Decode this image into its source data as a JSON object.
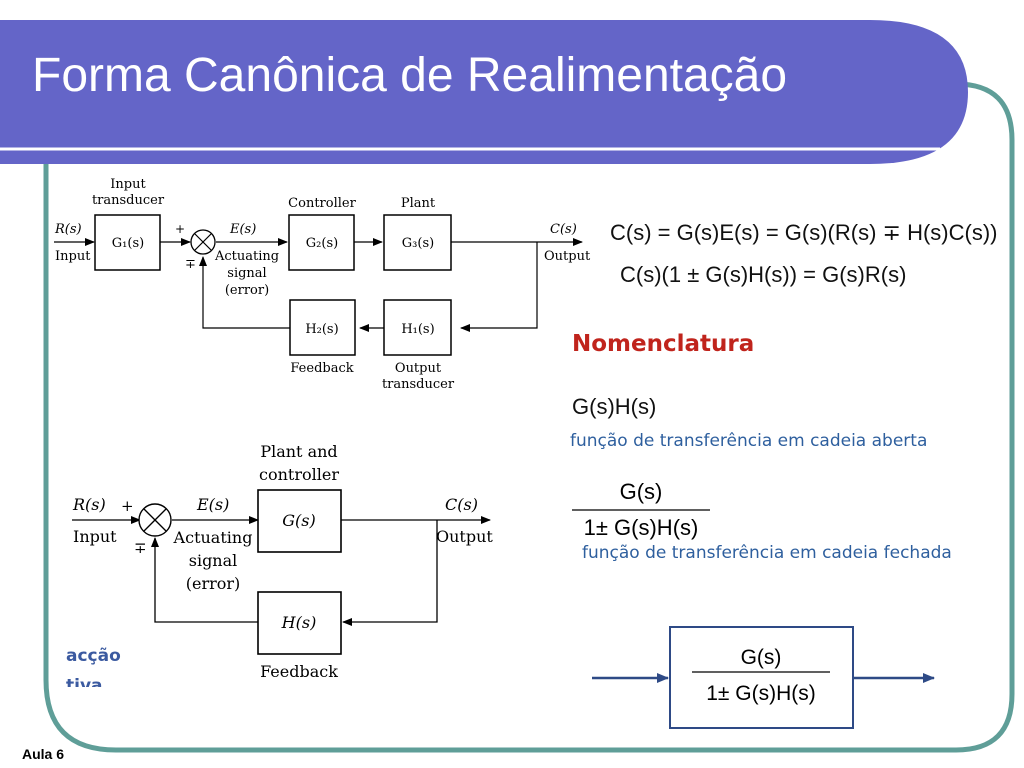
{
  "slide": {
    "title": "Forma Canônica de Realimentação",
    "footer": "Aula 6",
    "colors": {
      "title_bar": "#6465c8",
      "frame_border": "#5f9e98",
      "nomenclature": "#c0241c",
      "description": "#2e5f9e",
      "output_box_border": "#2e4a86"
    }
  },
  "diagram1": {
    "r_in": "R(s)",
    "input": "Input",
    "input_transducer_line1": "Input",
    "input_transducer_line2": "transducer",
    "g1": "G₁(s)",
    "plus": "+",
    "minus": "∓",
    "e": "E(s)",
    "actuating_line1": "Actuating",
    "actuating_line2": "signal",
    "actuating_line3": "(error)",
    "controller": "Controller",
    "g2": "G₂(s)",
    "plant": "Plant",
    "g3": "G₃(s)",
    "c_out": "C(s)",
    "output": "Output",
    "h2": "H₂(s)",
    "feedback": "Feedback",
    "h1": "H₁(s)",
    "output_transducer_line1": "Output",
    "output_transducer_line2": "transducer"
  },
  "diagram2": {
    "plant_controller_line1": "Plant and",
    "plant_controller_line2": "controller",
    "r_in": "R(s)",
    "input": "Input",
    "plus": "+",
    "minus": "∓",
    "e": "E(s)",
    "actuating_line1": "Actuating",
    "actuating_line2": "signal",
    "actuating_line3": "(error)",
    "g": "G(s)",
    "c_out": "C(s)",
    "output": "Output",
    "h": "H(s)",
    "feedback": "Feedback"
  },
  "equations": {
    "eq1": "C(s) = G(s)E(s) = G(s)(R(s) ∓ H(s)C(s))",
    "eq2": "C(s)(1 ± G(s)H(s)) = G(s)R(s)"
  },
  "nomenclature": {
    "heading": "Nomenclatura",
    "open_loop_expr": "G(s)H(s)",
    "open_loop_desc": "função de transferência em cadeia aberta",
    "closed_loop_num": "G(s)",
    "closed_loop_den": "1± G(s)H(s)",
    "closed_loop_desc": "função de transferência em cadeia fechada"
  },
  "equivalent_block": {
    "num": "G(s)",
    "den": "1± G(s)H(s)"
  },
  "clipped_text": {
    "line1": "acção",
    "line2": "tiva"
  }
}
